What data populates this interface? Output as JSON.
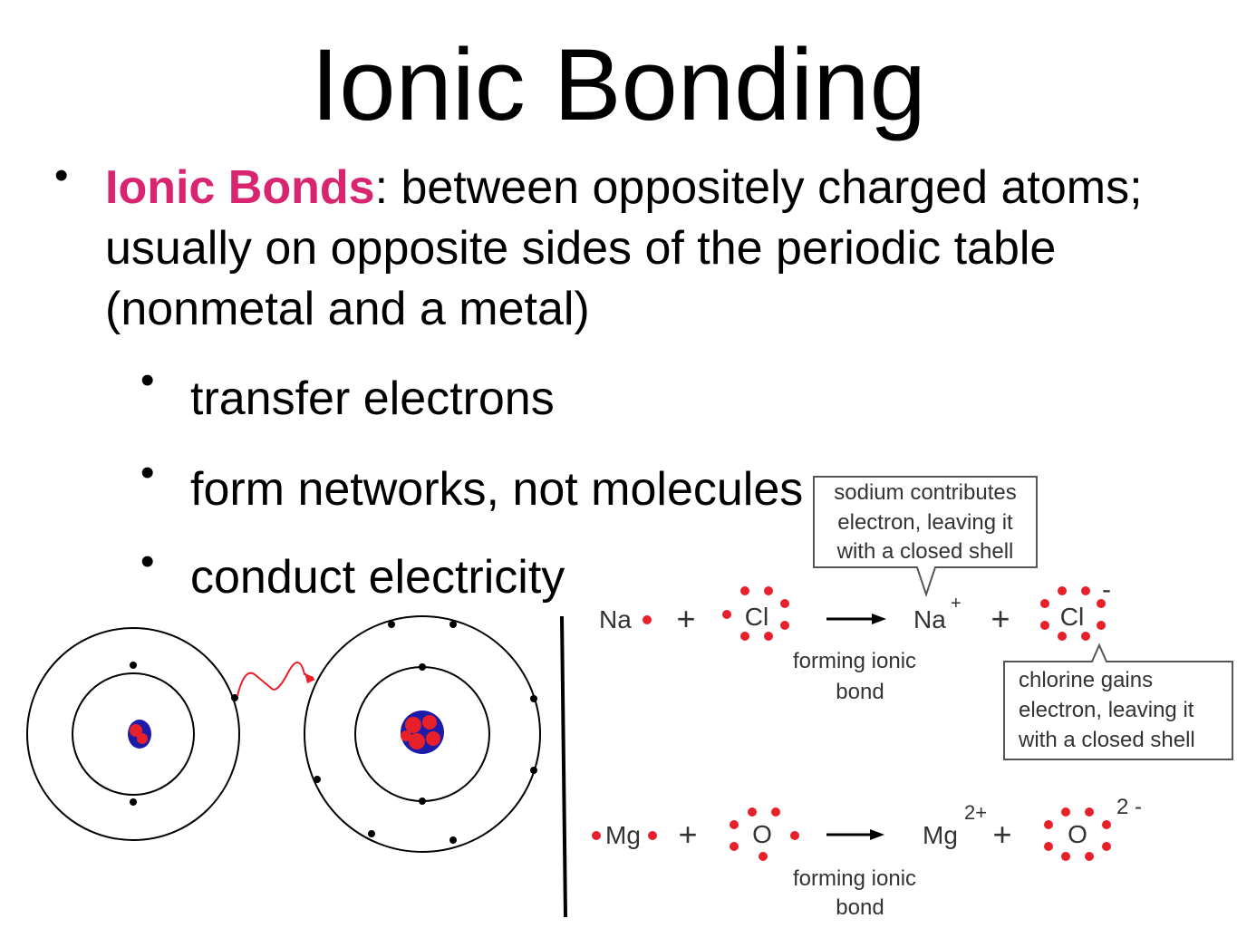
{
  "slide": {
    "title": "Ionic Bonding",
    "main_bullet": {
      "term": "Ionic Bonds",
      "text": ": between oppositely charged atoms; usually on opposite sides of the periodic table (nonmetal and a metal)"
    },
    "sub_bullets": [
      "transfer electrons",
      "form networks, not molecules",
      "conduct electricity"
    ]
  },
  "diagram": {
    "callout_top": [
      "sodium contributes",
      "electron, leaving it",
      "with a closed shell"
    ],
    "callout_bottom": [
      "chlorine gains",
      "electron, leaving it",
      "with a closed shell"
    ],
    "reaction1": {
      "na": "Na",
      "plus": "+",
      "cl": "Cl",
      "na_ion": "Na",
      "na_charge": "+",
      "cl_ion": "Cl",
      "cl_charge": "-",
      "label_line1": "forming ionic",
      "label_line2": "bond"
    },
    "reaction2": {
      "mg": "Mg",
      "plus": "+",
      "o": "O",
      "mg_ion": "Mg",
      "mg_charge": "2+",
      "o_ion": "O",
      "o_charge": "2 -",
      "label_line1": "forming ionic",
      "label_line2": "bond"
    },
    "colors": {
      "electron_dot": "#e8202a",
      "arrow": "#e8202a",
      "proton": "#e8202a",
      "neutron": "#1c1ca8",
      "accent": "#d9256f"
    }
  }
}
